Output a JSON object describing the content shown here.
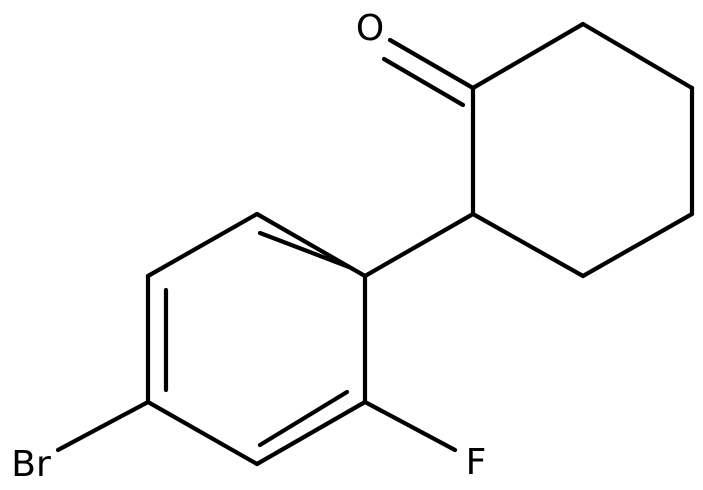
{
  "molecule": {
    "atoms": {
      "oxygen": "O",
      "fluorine": "F",
      "bromine": "Br"
    }
  },
  "colors": {
    "bond": "#000000",
    "label": "#000000",
    "background": "#ffffff"
  }
}
